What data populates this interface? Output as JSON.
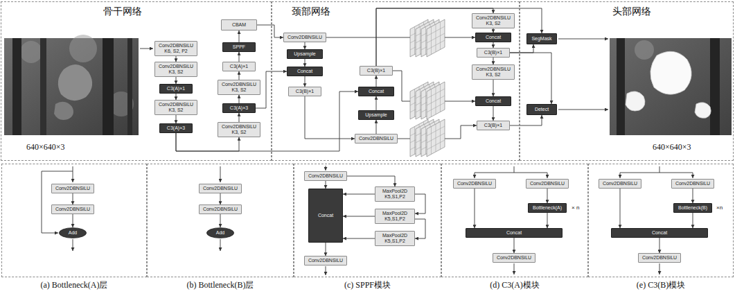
{
  "diagram": {
    "nodes": [
      {
        "text": [
          "骨干网络"
        ]
      },
      {
        "text": [
          "颈部网络"
        ]
      },
      {
        "text": [
          "头部网络"
        ]
      },
      {
        "text": [
          "Conv2DBNSiLU",
          "K6, S2, P2"
        ],
        "in": 0
      },
      {
        "text": [
          "Conv2DBNSiLU",
          "K3, S2"
        ],
        "in": 0
      },
      {
        "text": [
          "C3(A)×1"
        ],
        "in": 0
      },
      {
        "text": [
          "Conv2DBNSiLU",
          "K3, S2"
        ],
        "in": 0
      },
      {
        "text": [
          "C3(A)×3"
        ],
        "in": 0
      },
      {
        "text": [
          "CBAM"
        ],
        "in": 0
      },
      {
        "text": [
          "SPPF"
        ],
        "in": 0
      },
      {
        "text": [
          "C3(A)×1"
        ],
        "in": 0
      },
      {
        "text": [
          "Conv2DBNSiLU",
          "K3, S2"
        ],
        "in": 0
      },
      {
        "text": [
          "C3(A)×3"
        ],
        "in": 0
      },
      {
        "text": [
          "Conv2DBNSiLU",
          "K3, S2"
        ],
        "in": 0
      },
      {
        "text": [
          "Conv2DBNSiLU"
        ],
        "in": 1
      },
      {
        "text": [
          "Upsample"
        ],
        "in": 1
      },
      {
        "text": [
          "Concat"
        ],
        "in": 1
      },
      {
        "text": [
          "C3(B)×1"
        ],
        "in": 1
      },
      {
        "text": [
          "C3(B)×1"
        ],
        "in": 1
      },
      {
        "text": [
          "Concat"
        ],
        "in": 1
      },
      {
        "text": [
          "Upsample"
        ],
        "in": 1
      },
      {
        "text": [
          "Conv2DBNSiLU"
        ],
        "in": 1
      },
      {
        "text": [
          "Conv2DBNSiLU",
          "K3, S2"
        ],
        "in": 1
      },
      {
        "text": [
          "Concat"
        ],
        "in": 1
      },
      {
        "text": [
          "C3(B)×1"
        ],
        "in": 1
      },
      {
        "text": [
          "Conv2DBNSiLU",
          "K3, S2"
        ],
        "in": 1
      },
      {
        "text": [
          "Concat"
        ],
        "in": 1
      },
      {
        "text": [
          "C3(B)×1"
        ],
        "in": 1
      },
      {
        "text": [
          "SegMask"
        ],
        "in": 2
      },
      {
        "text": [
          "Detect"
        ],
        "in": 2
      },
      {
        "text": [
          "(a) Bottleneck(A)层"
        ]
      },
      {
        "text": [
          "Conv2DBNSiLU"
        ],
        "in": 30
      },
      {
        "text": [
          "Conv2DBNSiLU"
        ],
        "in": 30
      },
      {
        "text": [
          "Add"
        ],
        "in": 30
      },
      {
        "text": [
          "(b) Bottleneck(B)层"
        ]
      },
      {
        "text": [
          "Conv2DBNSiLU"
        ],
        "in": 34
      },
      {
        "text": [
          "Conv2DBNSiLU"
        ],
        "in": 34
      },
      {
        "text": [
          "Add"
        ],
        "in": 34
      },
      {
        "text": [
          "(c) SPPF模块"
        ]
      },
      {
        "text": [
          "Conv2DBNSiLU"
        ],
        "in": 38
      },
      {
        "text": [
          "Concat"
        ],
        "in": 38
      },
      {
        "text": [
          "MaxPool2D",
          "K5,S1,P2"
        ],
        "in": 38
      },
      {
        "text": [
          "MaxPool2D",
          "K5,S1,P2"
        ],
        "in": 38
      },
      {
        "text": [
          "MaxPool2D",
          "K5,S1,P2"
        ],
        "in": 38
      },
      {
        "text": [
          "Conv2DBNSiLU"
        ],
        "in": 38
      },
      {
        "text": [
          "(d) C3(A)模块"
        ]
      },
      {
        "text": [
          "Conv2DBNSiLU"
        ],
        "in": 45
      },
      {
        "text": [
          "Conv2DBNSiLU"
        ],
        "in": 45
      },
      {
        "text": [
          "Bottleneck(A)"
        ],
        "in": 45
      },
      {
        "text": [
          "Concat"
        ],
        "in": 45
      },
      {
        "text": [
          "Conv2DBNSiLU"
        ],
        "in": 45
      },
      {
        "text": [
          "(e) C3(B)模块"
        ]
      },
      {
        "text": [
          "Conv2DBNSiLU"
        ],
        "in": 51
      },
      {
        "text": [
          "Conv2DBNSiLU"
        ],
        "in": 51
      },
      {
        "text": [
          "Bottleneck(B)"
        ],
        "in": 51
      },
      {
        "text": [
          "Concat"
        ],
        "in": 51
      },
      {
        "text": [
          "Conv2DBNSiLU"
        ],
        "in": 51
      }
    ],
    "edges": [
      {
        "from": 3,
        "to": 4,
        "arrow": "to"
      },
      {
        "from": 4,
        "to": 5,
        "arrow": "to"
      },
      {
        "from": 5,
        "to": 6,
        "arrow": "to"
      },
      {
        "from": 6,
        "to": 7,
        "arrow": "to"
      },
      {
        "from": 7,
        "to": 13,
        "arrow": "to"
      },
      {
        "from": 13,
        "to": 12,
        "arrow": "to"
      },
      {
        "from": 12,
        "to": 11,
        "arrow": "to"
      },
      {
        "from": 11,
        "to": 10,
        "arrow": "to"
      },
      {
        "from": 10,
        "to": 9,
        "arrow": "to"
      },
      {
        "from": 9,
        "to": 8,
        "arrow": "to"
      },
      {
        "from": 8,
        "to": 14,
        "arrow": "to"
      },
      {
        "from": 14,
        "to": 15,
        "arrow": "to"
      },
      {
        "from": 15,
        "to": 16,
        "arrow": "to"
      },
      {
        "from": 12,
        "to": 16,
        "arrow": "to"
      },
      {
        "from": 16,
        "to": 17,
        "arrow": "to"
      },
      {
        "from": 17,
        "to": 21,
        "arrow": "to"
      },
      {
        "from": 21,
        "to": 20,
        "arrow": "to"
      },
      {
        "from": 20,
        "to": 19,
        "arrow": "to"
      },
      {
        "from": 7,
        "to": 19,
        "arrow": "to"
      },
      {
        "from": 19,
        "to": 18,
        "arrow": "to"
      },
      {
        "from": 14,
        "to": 23,
        "arrow": "to"
      },
      {
        "from": 18,
        "to": 26,
        "arrow": "to"
      },
      {
        "from": 21,
        "to": 27,
        "arrow": "to"
      },
      {
        "from": 18,
        "to": 22,
        "arrow": "to"
      },
      {
        "from": 18,
        "to": 28,
        "arrow": "to"
      },
      {
        "from": 22,
        "to": 23,
        "arrow": "to"
      },
      {
        "from": 23,
        "to": 24,
        "arrow": "to"
      },
      {
        "from": 24,
        "to": 25,
        "arrow": "to"
      },
      {
        "from": 25,
        "to": 26,
        "arrow": "to"
      },
      {
        "from": 26,
        "to": 27,
        "arrow": "to"
      },
      {
        "from": 24,
        "to": 28,
        "arrow": "to"
      },
      {
        "from": 24,
        "to": 29,
        "arrow": "to"
      },
      {
        "from": 27,
        "to": 29,
        "arrow": "to"
      },
      {
        "from": 31,
        "to": 32,
        "arrow": "to"
      },
      {
        "from": 32,
        "to": 33,
        "arrow": "to"
      },
      {
        "from": 35,
        "to": 36,
        "arrow": "to"
      },
      {
        "from": 36,
        "to": 37,
        "arrow": "to"
      },
      {
        "from": 39,
        "to": 40,
        "arrow": "to"
      },
      {
        "from": 39,
        "to": 41,
        "arrow": "to"
      },
      {
        "from": 41,
        "to": 42,
        "arrow": "to"
      },
      {
        "from": 42,
        "to": 43,
        "arrow": "to"
      },
      {
        "from": 41,
        "to": 40,
        "arrow": "to"
      },
      {
        "from": 42,
        "to": 40,
        "arrow": "to"
      },
      {
        "from": 43,
        "to": 40,
        "arrow": "to"
      },
      {
        "from": 40,
        "to": 44,
        "arrow": "to"
      },
      {
        "from": 47,
        "to": 48,
        "arrow": "to"
      },
      {
        "from": 48,
        "to": 49,
        "arrow": "to"
      },
      {
        "from": 46,
        "to": 49,
        "arrow": "to"
      },
      {
        "from": 49,
        "to": 50,
        "arrow": "to"
      },
      {
        "from": 53,
        "to": 54,
        "arrow": "to"
      },
      {
        "from": 54,
        "to": 55,
        "arrow": "to"
      },
      {
        "from": 52,
        "to": 55,
        "arrow": "to"
      },
      {
        "from": 55,
        "to": 56,
        "arrow": "to"
      }
    ],
    "labels": [
      "640×640×3",
      "640×640×3",
      "× n",
      "×n"
    ]
  }
}
